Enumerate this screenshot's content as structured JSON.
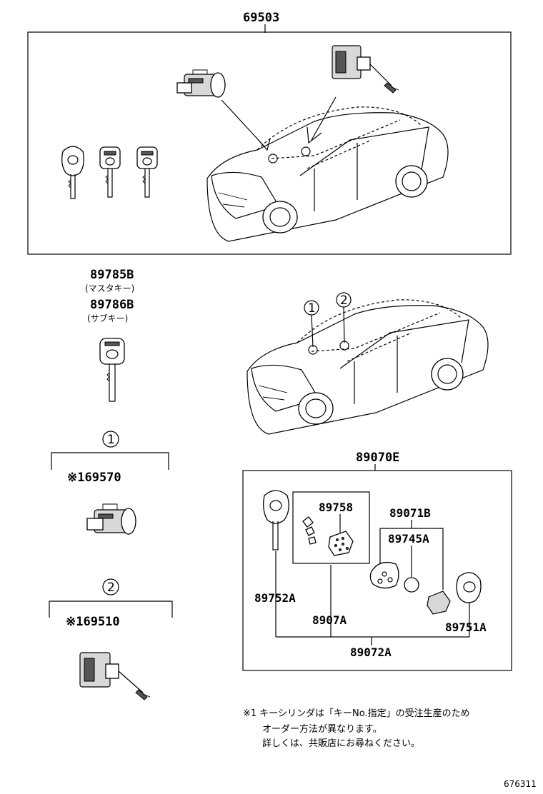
{
  "parts": {
    "lock_set": "69503",
    "master_key": "89785B",
    "master_key_note": "(マスタキー)",
    "sub_key": "89786B",
    "sub_key_note": "(サブキー)",
    "cylinder_1": "※169570",
    "cylinder_2": "※169510",
    "transmitter_set": "89070E",
    "p89758": "89758",
    "p89071B": "89071B",
    "p89745A": "89745A",
    "p89752A": "89752A",
    "p8907A": "8907A",
    "p89751A": "89751A",
    "p89072A": "89072A"
  },
  "markers": {
    "one": "1",
    "two": "2"
  },
  "footnote": {
    "line1": "※1 キーシリンダは「キーNo.指定」の受注生産のため",
    "line2": "オーダー方法が異なります。",
    "line3": "詳しくは、共販店にお尋ねください。"
  },
  "diagram_id": "676311"
}
